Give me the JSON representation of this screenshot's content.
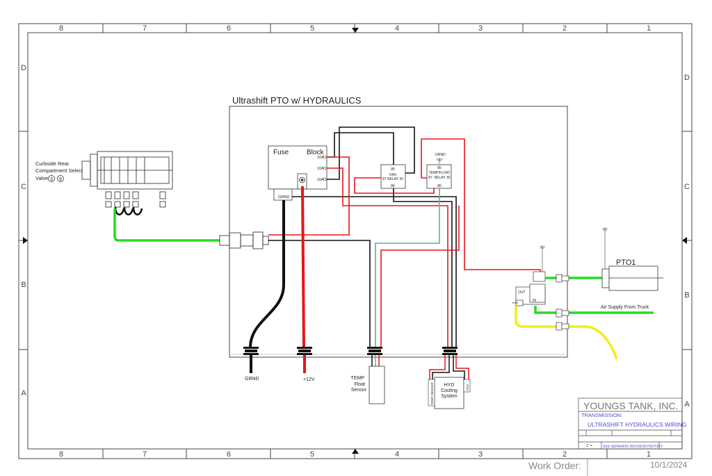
{
  "frame": {
    "columns": [
      "8",
      "7",
      "6",
      "5",
      "4",
      "3",
      "2",
      "1"
    ],
    "rows": [
      "D",
      "C",
      "B",
      "A"
    ]
  },
  "title": "Ultrashift PTO w/ HYDRAULICS",
  "valve": {
    "label_lines": [
      "Curbside Rear",
      "Compartment Select",
      "Valve"
    ],
    "circles": [
      "3",
      "9"
    ]
  },
  "fuse_block": {
    "fuse_label": "Fuse",
    "block_label": "Block",
    "fuses": [
      "10A",
      "10A",
      "10A"
    ],
    "grnd": "GRND"
  },
  "relay_fan": {
    "top": "85",
    "mid1": "FAN",
    "mid2": "87 RELAY 30",
    "bottom": "86"
  },
  "relay_temp": {
    "grnd": "GRND",
    "top": "85",
    "mid1": "TEMP/FLOAT",
    "mid2": "RELAY 30",
    "left": "87",
    "bottom": "86"
  },
  "terminals": {
    "grnd": "GRND",
    "plus12": "+12V"
  },
  "temp_sensor": [
    "TEMP",
    "Float",
    "Sensor"
  ],
  "hyd": {
    "title_lines": [
      "HYD",
      "Cooling",
      "System"
    ],
    "left_tag": "TEMP SENSOR",
    "right_tag": "FAN"
  },
  "solenoid": {
    "out": "OUT",
    "in": "IN",
    "exh": "EXH"
  },
  "pto": "PTO1",
  "air_supply": "Air Supply From Truck",
  "title_block": {
    "company": "YOUNGS TANK, INC.",
    "transmission": "TRANSMISSION:",
    "drawing": "ULTRASHIFT HYDRAULICS WIRING",
    "revision_note": "SEE SEPARATE REVISION HISTORY",
    "scale": "1\" ="
  },
  "footer": {
    "work_order": "Work Order:",
    "date": "10/1/2024"
  },
  "colors": {
    "frame": "#444444",
    "wire_black": "#111111",
    "wire_red": "#e8141b",
    "hose_green": "#22dd22",
    "wire_teal": "#4fb89a",
    "hose_yellow": "#f2ef12",
    "title_blue": "#4d4dd0",
    "title_gray": "#777777"
  }
}
